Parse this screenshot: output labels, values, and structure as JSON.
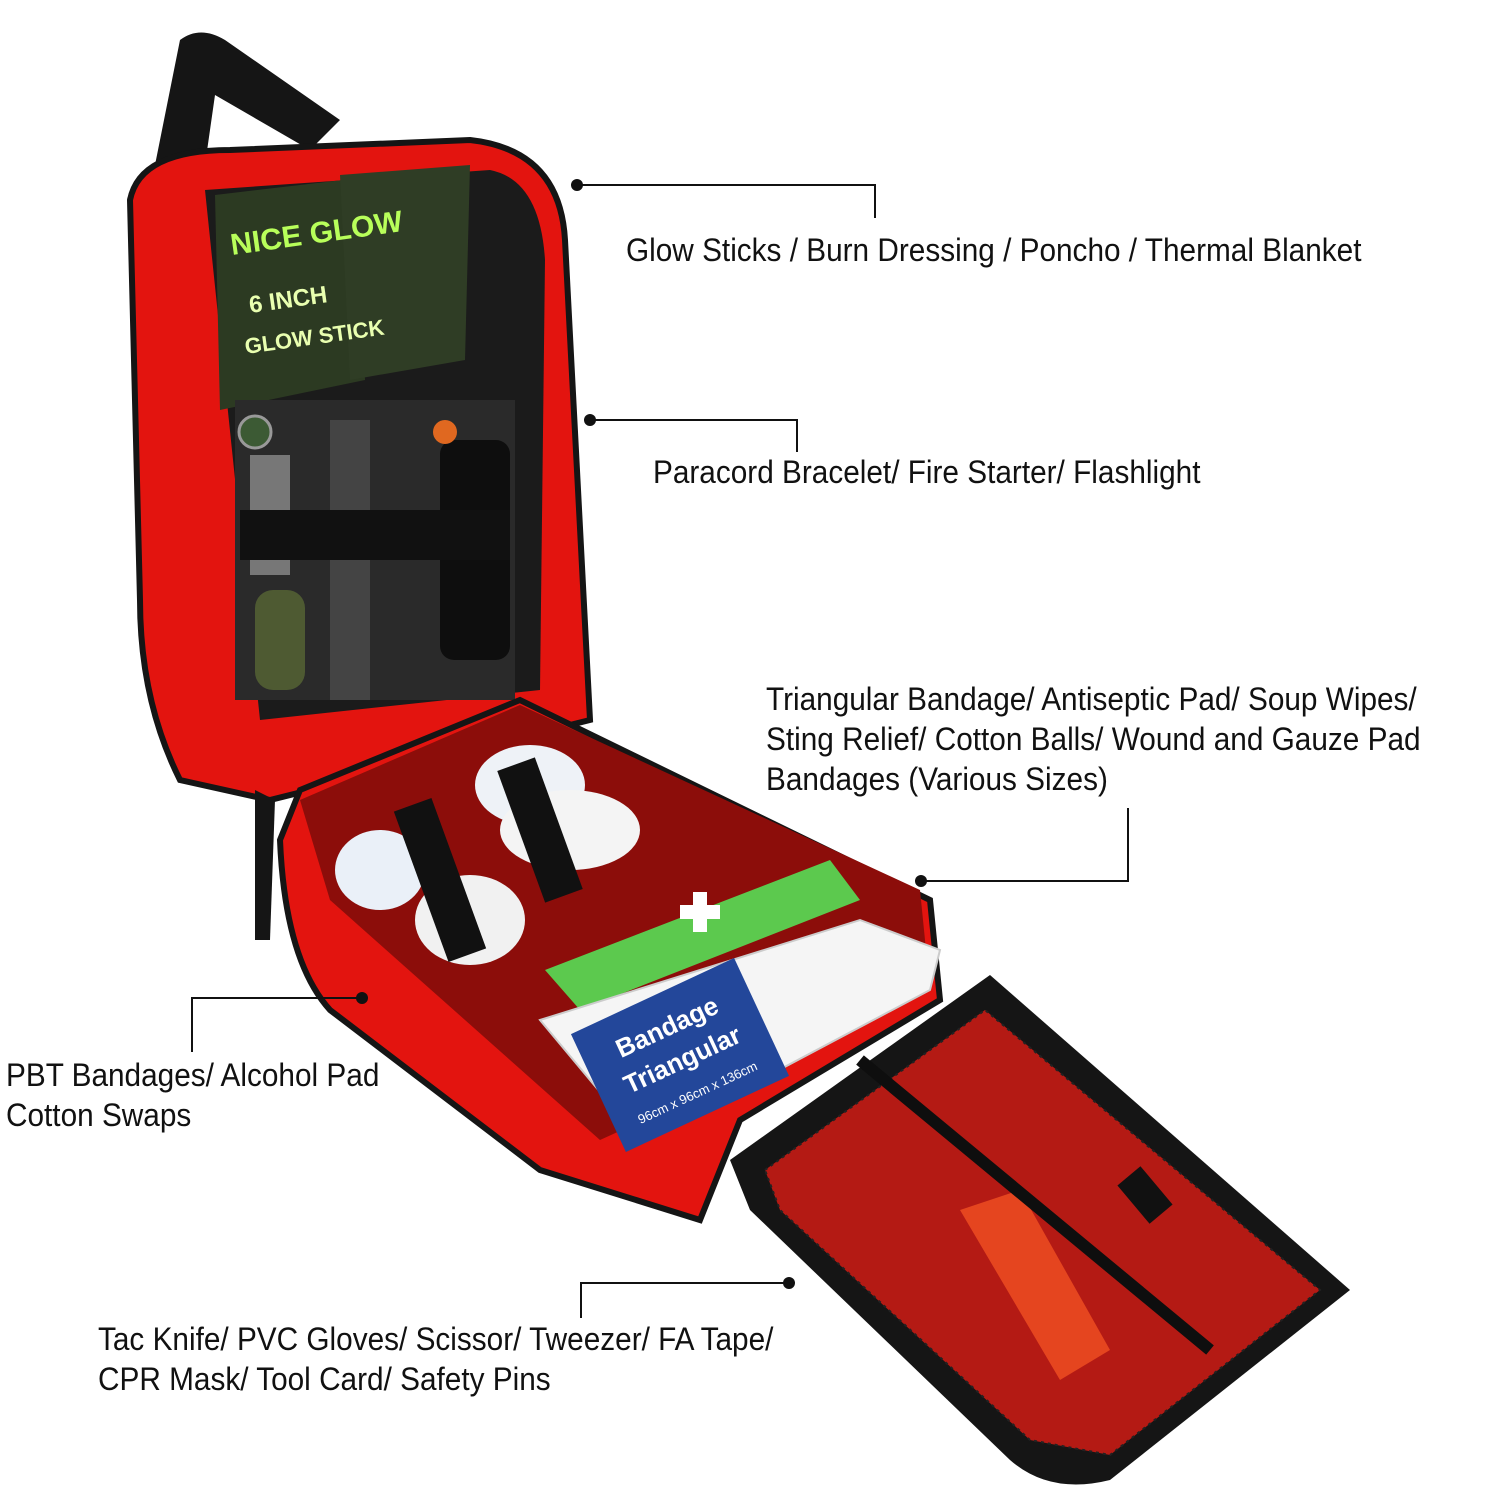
{
  "callouts": [
    {
      "lines": [
        "Glow Sticks / Burn Dressing / Poncho / Thermal Blanket"
      ]
    },
    {
      "lines": [
        "Paracord Bracelet/ Fire Starter/ Flashlight"
      ]
    },
    {
      "lines": [
        "Triangular Bandage/ Antiseptic Pad/ Soup Wipes/",
        "Sting Relief/ Cotton Balls/ Wound and Gauze Pad",
        "Bandages (Various Sizes)"
      ]
    },
    {
      "lines": [
        "PBT Bandages/ Alcohol Pad",
        "Cotton Swaps"
      ]
    },
    {
      "lines": [
        "Tac Knife/ PVC Gloves/ Scissor/ Tweezer/ FA Tape/",
        "CPR Mask/ Tool Card/ Safety Pins"
      ]
    }
  ],
  "product_print": {
    "glow_brand": "NICE GLOW",
    "glow_size": "6 INCH",
    "glow_type": "GLOW STICK",
    "bandage_line1": "Bandage",
    "bandage_line2": "Triangular",
    "bandage_size": "96cm x 96cm x 136cm"
  },
  "colors": {
    "bag_red": "#e3140f",
    "trim_black": "#151515",
    "text": "#111111"
  }
}
